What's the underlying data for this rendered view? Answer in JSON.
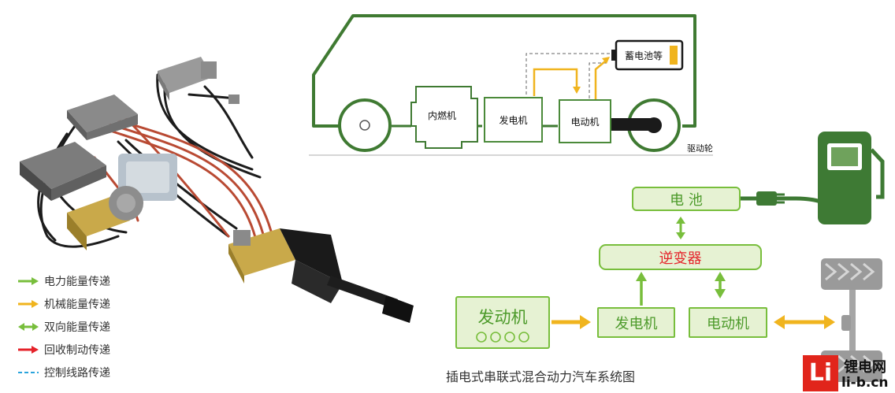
{
  "colors": {
    "electric": "#78be3c",
    "mechanical": "#f0b41e",
    "regen": "#e5222a",
    "control": "#2aa4dc",
    "bus_outline": "#3f7a32",
    "box_fill": "#e6f2d3",
    "pump": "#3e7a34",
    "logo_red": "#e1251b"
  },
  "bus": {
    "engine": "内燃机",
    "generator": "发电机",
    "motor": "电动机",
    "battery": "蓄电池等",
    "wheel": "驱动轮"
  },
  "flow": {
    "battery": "电 池",
    "inverter": "逆变器",
    "engine": "发动机",
    "generator": "发电机",
    "motor": "电动机",
    "caption": "插电式串联式混合动力汽车系统图"
  },
  "legend": [
    {
      "label": "电力能量传递",
      "icon": "green-arrow-icon"
    },
    {
      "label": "机械能量传递",
      "icon": "yellow-arrow-icon"
    },
    {
      "label": "双向能量传递",
      "icon": "green-double-arrow-icon"
    },
    {
      "label": "回收制动传递",
      "icon": "red-arrow-icon"
    },
    {
      "label": "控制线路传递",
      "icon": "blue-dashed-line-icon"
    }
  ],
  "logo": {
    "text_top": "锂电网",
    "text_bottom": "li-b.cn",
    "mark": "Li"
  }
}
